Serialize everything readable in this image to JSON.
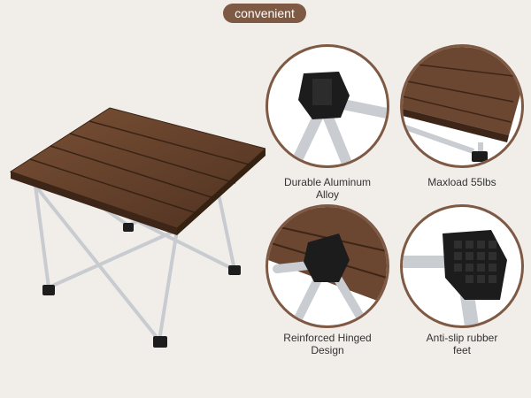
{
  "header": {
    "tag_label": "convenient"
  },
  "features": [
    {
      "caption": "Durable Aluminum\nAlloy",
      "icon": "aluminum-joint"
    },
    {
      "caption": "Maxload 55lbs",
      "icon": "tabletop-corner"
    },
    {
      "caption": "Reinforced Hinged\nDesign",
      "icon": "hinge"
    },
    {
      "caption": "Anti-slip rubber\nfeet",
      "icon": "rubber-foot"
    }
  ],
  "colors": {
    "accent": "#7e5a45",
    "wood": "#6b4630",
    "aluminum": "#c9ccd0",
    "rubber": "#1e1e1e"
  }
}
